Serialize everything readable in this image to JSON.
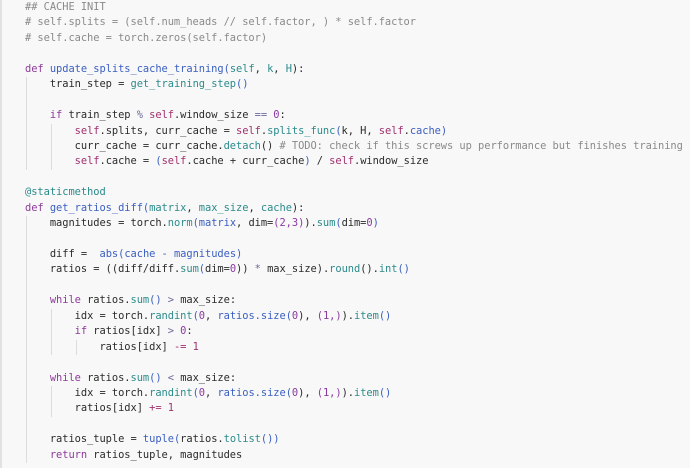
{
  "colors": {
    "background": "#f8f8f8",
    "keyword": "#8e3a9a",
    "function": "#3b5fc0",
    "builtin": "#2c8b8b",
    "self": "#a0306f",
    "comment": "#8a8a8a"
  },
  "lines": [
    {
      "indent": 0,
      "tokens": [
        [
          "## CACHE INIT",
          "c"
        ]
      ]
    },
    {
      "indent": 0,
      "tokens": [
        [
          "# self.splits = (self.num_heads // self.factor, ) * self.factor",
          "c"
        ]
      ]
    },
    {
      "indent": 0,
      "tokens": [
        [
          "# self.cache = torch.zeros(self.factor)",
          "c"
        ]
      ]
    },
    {
      "indent": 0,
      "tokens": []
    },
    {
      "indent": 0,
      "tokens": [
        [
          "def ",
          "k"
        ],
        [
          "update_splits_cache_training",
          "f"
        ],
        [
          "(",
          "p"
        ],
        [
          "self",
          "d"
        ],
        [
          ", ",
          ""
        ],
        [
          "k",
          "d"
        ],
        [
          ", ",
          ""
        ],
        [
          "H",
          "d"
        ],
        [
          "):",
          ""
        ]
      ]
    },
    {
      "indent": 1,
      "tokens": [
        [
          "train_step = ",
          ""
        ],
        [
          "get_training_step",
          "b"
        ],
        [
          "()",
          "p"
        ]
      ]
    },
    {
      "indent": 1,
      "tokens": []
    },
    {
      "indent": 1,
      "tokens": [
        [
          "if ",
          "k"
        ],
        [
          "train_step ",
          ""
        ],
        [
          "% ",
          "o"
        ],
        [
          "self",
          "s"
        ],
        [
          ".window_size ",
          ""
        ],
        [
          "== ",
          "o"
        ],
        [
          "0",
          "n"
        ],
        [
          ":",
          ""
        ]
      ]
    },
    {
      "indent": 2,
      "tokens": [
        [
          "self",
          "s"
        ],
        [
          ".splits, curr_cache = ",
          ""
        ],
        [
          "self",
          "s"
        ],
        [
          ".",
          ""
        ],
        [
          "splits_func",
          "b"
        ],
        [
          "(",
          "p"
        ],
        [
          "k, H, ",
          ""
        ],
        [
          "self",
          "s"
        ],
        [
          ".",
          ""
        ],
        [
          "cache",
          "f"
        ],
        [
          ")",
          "p"
        ]
      ]
    },
    {
      "indent": 2,
      "tokens": [
        [
          "curr_cache = curr_cache.",
          ""
        ],
        [
          "detach",
          "b"
        ],
        [
          "() ",
          ""
        ],
        [
          "# TODO: check if this screws up performance but finishes training",
          "c"
        ]
      ]
    },
    {
      "indent": 2,
      "tokens": [
        [
          "self",
          "s"
        ],
        [
          ".cache = ",
          ""
        ],
        [
          "(",
          "p"
        ],
        [
          "self",
          "s"
        ],
        [
          ".cache + curr_cache",
          ""
        ],
        [
          ")",
          "p"
        ],
        [
          " / ",
          ""
        ],
        [
          "self",
          "s"
        ],
        [
          ".window_size",
          ""
        ]
      ]
    },
    {
      "indent": 0,
      "tokens": []
    },
    {
      "indent": 0,
      "tokens": [
        [
          "@staticmethod",
          "b"
        ]
      ]
    },
    {
      "indent": 0,
      "tokens": [
        [
          "def ",
          "k"
        ],
        [
          "get_ratios_diff",
          "f"
        ],
        [
          "(",
          "p"
        ],
        [
          "matrix",
          "d"
        ],
        [
          ", ",
          ""
        ],
        [
          "max_size",
          "d"
        ],
        [
          ", ",
          ""
        ],
        [
          "cache",
          "d"
        ],
        [
          "):",
          ""
        ]
      ]
    },
    {
      "indent": 1,
      "tokens": [
        [
          "magnitudes = torch.",
          ""
        ],
        [
          "norm",
          "b"
        ],
        [
          "(",
          "p"
        ],
        [
          "matrix",
          "f"
        ],
        [
          ", dim=",
          ""
        ],
        [
          "(2,3)",
          "n"
        ],
        [
          ").",
          ""
        ],
        [
          "sum",
          "b"
        ],
        [
          "(",
          "p"
        ],
        [
          "dim=",
          ""
        ],
        [
          "0",
          "n"
        ],
        [
          ")",
          "p"
        ]
      ]
    },
    {
      "indent": 1,
      "tokens": []
    },
    {
      "indent": 1,
      "tokens": [
        [
          "diff =  ",
          ""
        ],
        [
          "abs",
          "f"
        ],
        [
          "(",
          "p"
        ],
        [
          "cache - magnitudes",
          "f"
        ],
        [
          ")",
          "p"
        ]
      ]
    },
    {
      "indent": 1,
      "tokens": [
        [
          "ratios = ((diff/diff.",
          ""
        ],
        [
          "sum",
          "b"
        ],
        [
          "(",
          "p"
        ],
        [
          "dim=",
          ""
        ],
        [
          "0",
          "n"
        ],
        [
          ")) ",
          ""
        ],
        [
          "* ",
          "o"
        ],
        [
          "max_size).",
          ""
        ],
        [
          "round",
          "b"
        ],
        [
          "().",
          ""
        ],
        [
          "int",
          "b"
        ],
        [
          "()",
          "p"
        ]
      ]
    },
    {
      "indent": 1,
      "tokens": []
    },
    {
      "indent": 1,
      "tokens": [
        [
          "while ",
          "k"
        ],
        [
          "ratios.",
          ""
        ],
        [
          "sum",
          "b"
        ],
        [
          "() ",
          "p"
        ],
        [
          "> ",
          "o"
        ],
        [
          "max_size:",
          ""
        ]
      ]
    },
    {
      "indent": 2,
      "tokens": [
        [
          "idx = torch.",
          ""
        ],
        [
          "randint",
          "b"
        ],
        [
          "(",
          "p"
        ],
        [
          "0",
          "n"
        ],
        [
          ", ",
          ""
        ],
        [
          "ratios.size",
          "f"
        ],
        [
          "(",
          "p"
        ],
        [
          "0",
          "n"
        ],
        [
          "), ",
          ""
        ],
        [
          "(1,)",
          "n"
        ],
        [
          ").",
          ""
        ],
        [
          "item",
          "b"
        ],
        [
          "()",
          "p"
        ]
      ]
    },
    {
      "indent": 2,
      "tokens": [
        [
          "if ",
          "k"
        ],
        [
          "ratios[idx] ",
          ""
        ],
        [
          "> ",
          "o"
        ],
        [
          "0",
          "n"
        ],
        [
          ":",
          ""
        ]
      ]
    },
    {
      "indent": 3,
      "tokens": [
        [
          "ratios[idx] ",
          ""
        ],
        [
          "-= ",
          "s"
        ],
        [
          "1",
          "s"
        ]
      ]
    },
    {
      "indent": 1,
      "tokens": []
    },
    {
      "indent": 1,
      "tokens": [
        [
          "while ",
          "k"
        ],
        [
          "ratios.",
          ""
        ],
        [
          "sum",
          "b"
        ],
        [
          "() ",
          "p"
        ],
        [
          "< ",
          "o"
        ],
        [
          "max_size:",
          ""
        ]
      ]
    },
    {
      "indent": 2,
      "tokens": [
        [
          "idx = torch.",
          ""
        ],
        [
          "randint",
          "b"
        ],
        [
          "(",
          "p"
        ],
        [
          "0",
          "n"
        ],
        [
          ", ",
          ""
        ],
        [
          "ratios.size",
          "f"
        ],
        [
          "(",
          "p"
        ],
        [
          "0",
          "n"
        ],
        [
          "), ",
          ""
        ],
        [
          "(1,)",
          "n"
        ],
        [
          ").",
          ""
        ],
        [
          "item",
          "b"
        ],
        [
          "()",
          "p"
        ]
      ]
    },
    {
      "indent": 2,
      "tokens": [
        [
          "ratios[idx] ",
          ""
        ],
        [
          "+= ",
          "s"
        ],
        [
          "1",
          "s"
        ]
      ]
    },
    {
      "indent": 1,
      "tokens": []
    },
    {
      "indent": 1,
      "tokens": [
        [
          "ratios_tuple = ",
          ""
        ],
        [
          "tuple",
          "f"
        ],
        [
          "(",
          "p"
        ],
        [
          "ratios.",
          ""
        ],
        [
          "tolist",
          "b"
        ],
        [
          "())",
          "p"
        ]
      ]
    },
    {
      "indent": 1,
      "tokens": [
        [
          "return ",
          "k"
        ],
        [
          "ratios_tuple, magnitudes",
          ""
        ]
      ]
    }
  ]
}
